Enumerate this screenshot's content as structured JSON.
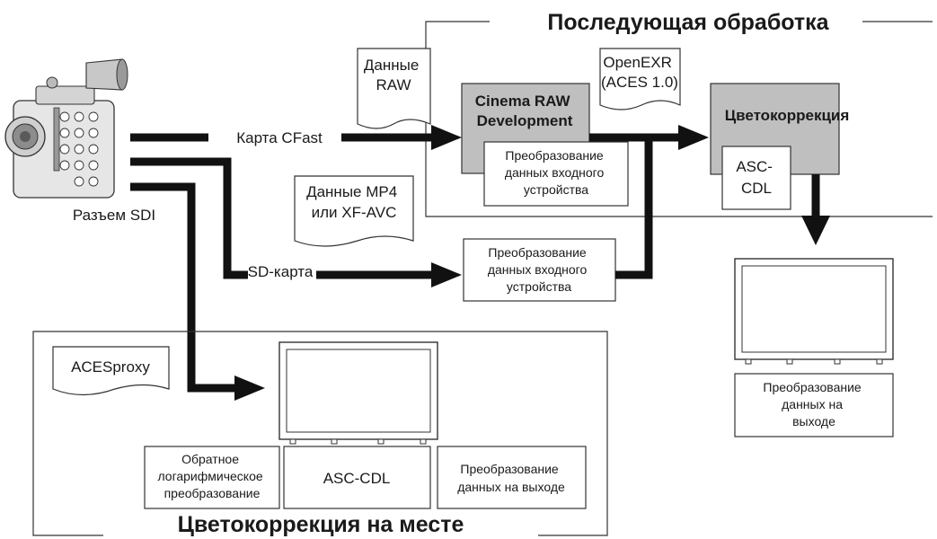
{
  "post": {
    "title": "Последующая обработка",
    "raw_doc": [
      "Данные",
      "RAW"
    ],
    "exr_doc": [
      "OpenEXR",
      "(ACES 1.0)"
    ],
    "cinema_raw": [
      "Cinema RAW",
      "Development"
    ],
    "idt_box": [
      "Преобразование",
      "данных входного",
      "устройства"
    ],
    "grading": "Цветокоррекция",
    "asc_cdl": [
      "ASC-",
      "CDL"
    ]
  },
  "camera": {
    "cfast": "Карта CFast",
    "sdi": "Разъем SDI",
    "sd": "SD-карта",
    "mp4_doc": [
      "Данные MP4",
      "или XF-AVC"
    ],
    "idt_box2": [
      "Преобразование",
      "данных входного",
      "устройства"
    ]
  },
  "output": {
    "odt": [
      "Преобразование",
      "данных на",
      "выходе"
    ]
  },
  "onset": {
    "title": "Цветокоррекция на месте",
    "proxy": "ACESproxy",
    "inverse_log": [
      "Обратное",
      "логарифмическое",
      "преобразование"
    ],
    "asc_cdl": "ASC-CDL",
    "odt": [
      "Преобразование",
      "данных на выходе"
    ]
  }
}
